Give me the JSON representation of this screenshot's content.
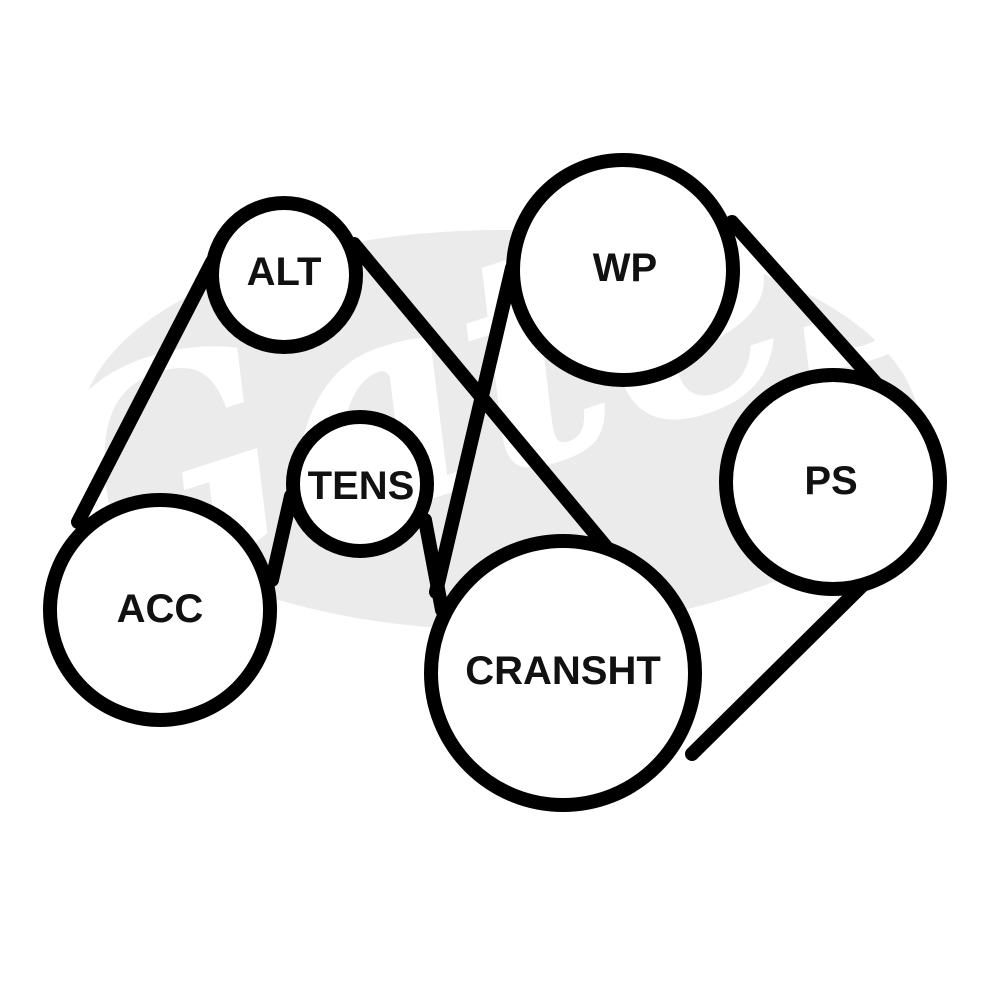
{
  "diagram": {
    "pulleys": [
      {
        "id": "alt",
        "label": "ALT"
      },
      {
        "id": "tens",
        "label": "TENS"
      },
      {
        "id": "acc",
        "label": "ACC"
      },
      {
        "id": "wp",
        "label": "WP"
      },
      {
        "id": "ps",
        "label": "PS"
      },
      {
        "id": "crank",
        "label": "CRANSHT"
      }
    ],
    "watermark": "Gates",
    "colors": {
      "background": "#ffffff",
      "stroke": "#000000",
      "pulley_fill": "#ffffff",
      "label": "#111111",
      "watermark": "#ebebeb"
    }
  }
}
